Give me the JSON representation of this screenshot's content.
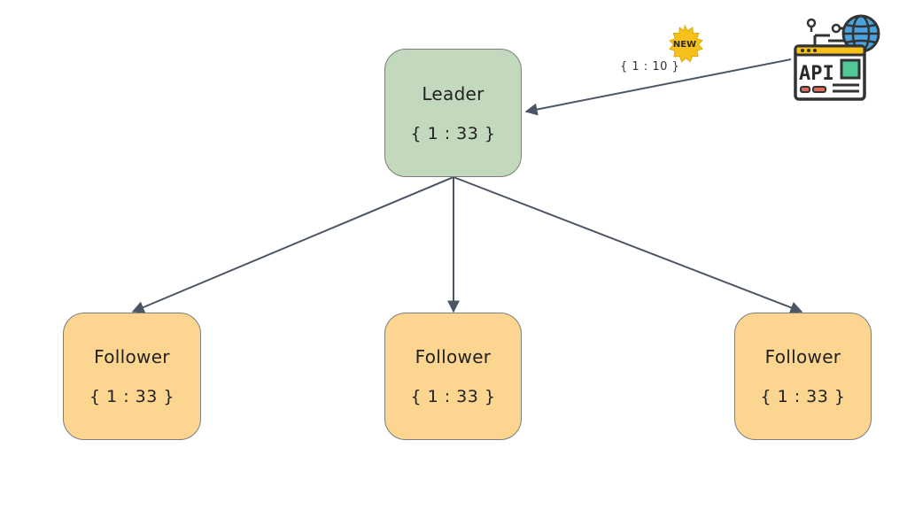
{
  "colors": {
    "leader_fill": "#c3d9be",
    "follower_fill": "#fcd591",
    "arrow": "#4c5565",
    "badge": "#f7c11c"
  },
  "leader": {
    "title": "Leader",
    "value": "{ 1 : 33 }"
  },
  "followers": [
    {
      "title": "Follower",
      "value": "{ 1 : 33 }"
    },
    {
      "title": "Follower",
      "value": "{ 1 : 33 }"
    },
    {
      "title": "Follower",
      "value": "{ 1 : 33 }"
    }
  ],
  "incoming_write": {
    "label": "{ 1 : 10 }",
    "badge_text": "NEW"
  },
  "client": {
    "icon": "api-icon",
    "text": "API"
  }
}
